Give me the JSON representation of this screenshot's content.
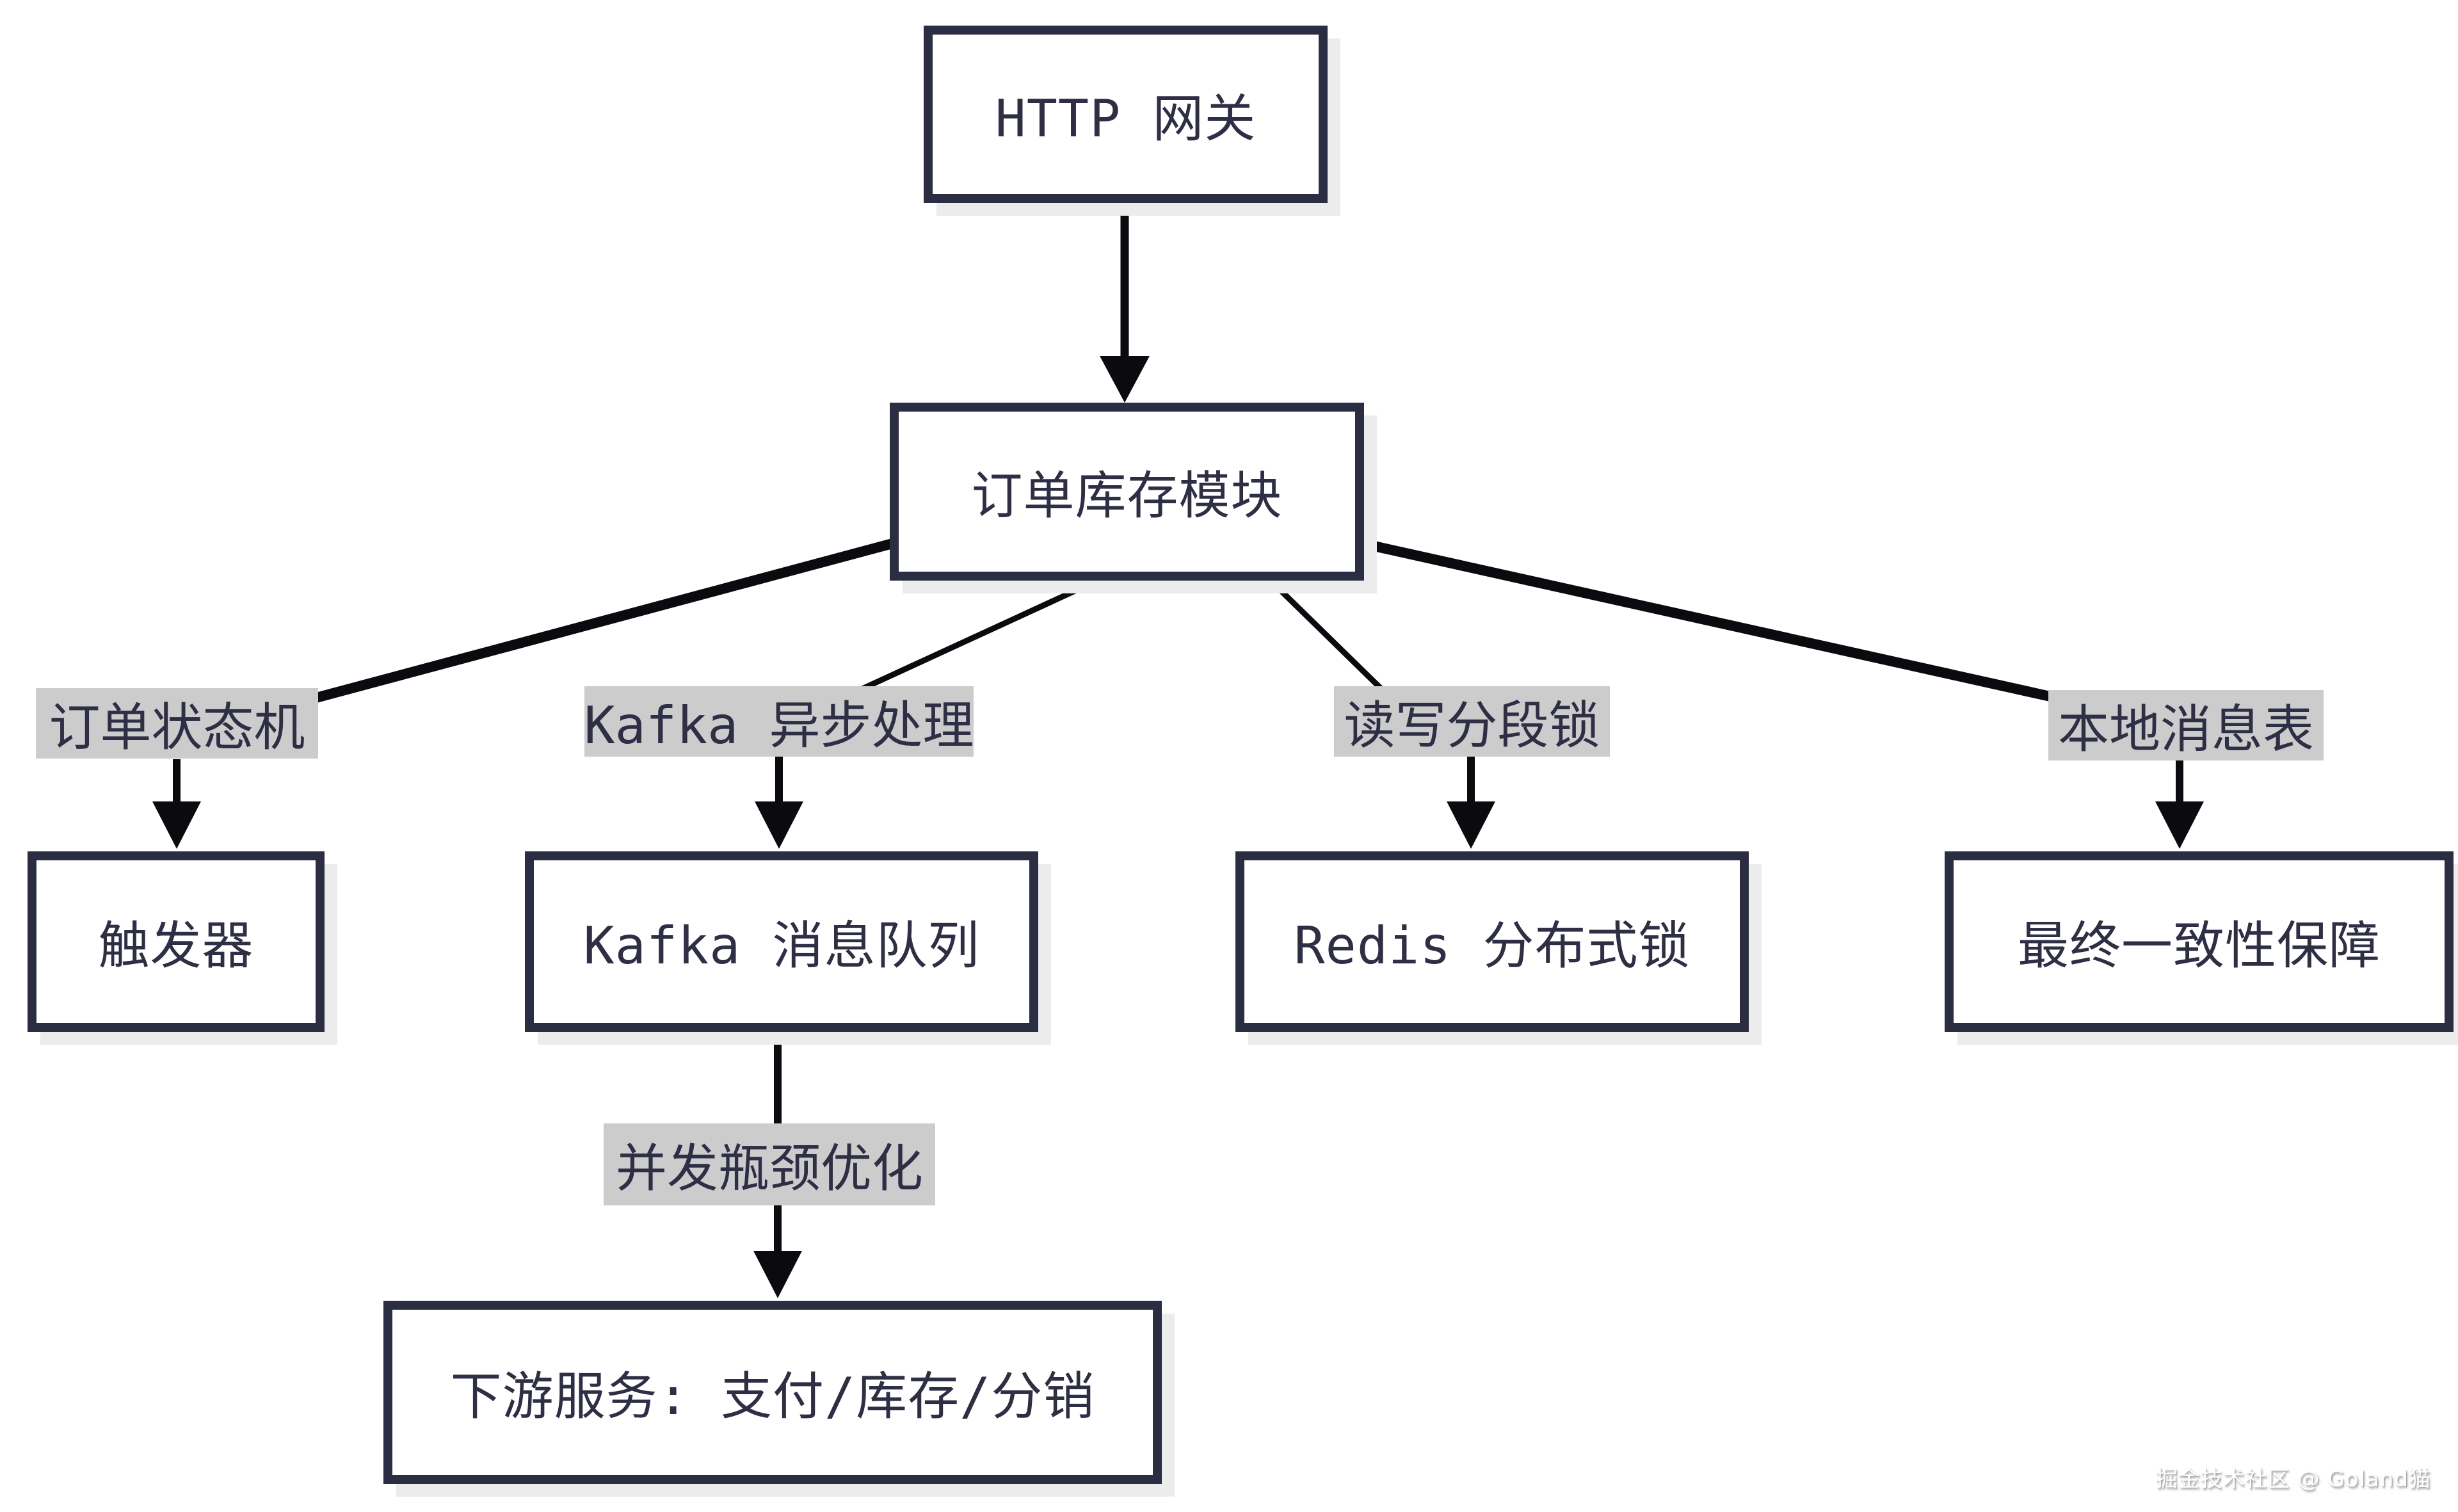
{
  "diagram": {
    "type": "flowchart",
    "nodes": {
      "http_gateway": {
        "label": "HTTP 网关"
      },
      "order_module": {
        "label": "订单库存模块"
      },
      "trigger": {
        "label": "触发器"
      },
      "kafka_queue": {
        "label": "Kafka 消息队列"
      },
      "redis_lock": {
        "label": "Redis 分布式锁"
      },
      "consistency": {
        "label": "最终一致性保障"
      },
      "downstream": {
        "label": "下游服务: 支付/库存/分销"
      }
    },
    "edge_labels": {
      "state_machine": {
        "label": "订单状态机"
      },
      "kafka_async": {
        "label": "Kafka 异步处理"
      },
      "rw_lock": {
        "label": "读写分段锁"
      },
      "local_message": {
        "label": "本地消息表"
      },
      "bottleneck": {
        "label": "并发瓶颈优化"
      }
    },
    "edges": [
      {
        "from": "HTTP 网关",
        "to": "订单库存模块",
        "label": ""
      },
      {
        "from": "订单库存模块",
        "to": "触发器",
        "label": "订单状态机"
      },
      {
        "from": "订单库存模块",
        "to": "Kafka 消息队列",
        "label": "Kafka 异步处理"
      },
      {
        "from": "订单库存模块",
        "to": "Redis 分布式锁",
        "label": "读写分段锁"
      },
      {
        "from": "订单库存模块",
        "to": "最终一致性保障",
        "label": "本地消息表"
      },
      {
        "from": "Kafka 消息队列",
        "to": "下游服务: 支付/库存/分销",
        "label": "并发瓶颈优化"
      }
    ],
    "colors": {
      "background": "#ffffff",
      "node_border": "#2b2d42",
      "node_fill": "#ffffff",
      "node_text": "#2e2e45",
      "node_shadow": "#ececec",
      "edge_line": "#0b0b0f",
      "edge_label_bg": "#cccccc"
    }
  },
  "watermark": {
    "text": "掘金技术社区 @ Goland猫"
  }
}
